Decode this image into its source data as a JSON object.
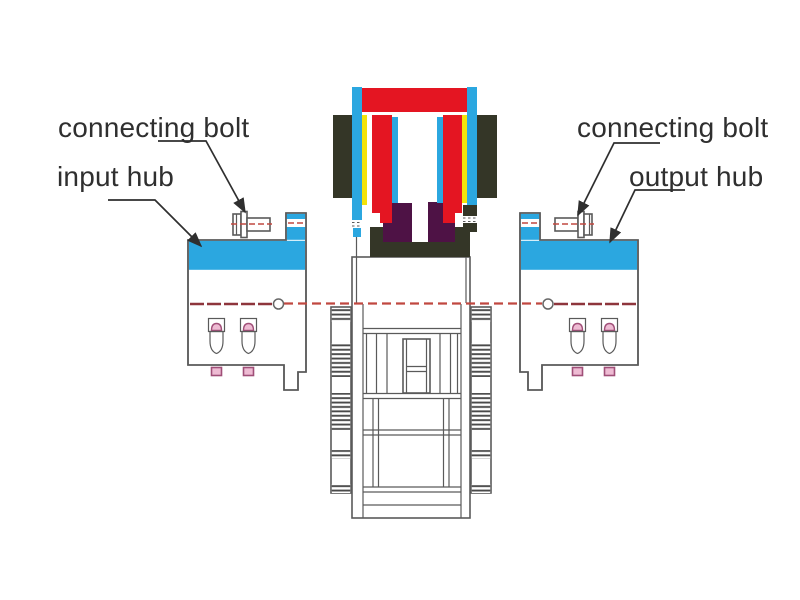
{
  "labels": {
    "connecting_bolt_left": "connecting bolt",
    "input_hub": "input hub",
    "connecting_bolt_right": "connecting bolt",
    "output_hub": "output hub"
  },
  "colors": {
    "bg": "#ffffff",
    "text": "#2f2f2f",
    "blue": "#2ba7e0",
    "red": "#e41522",
    "yellow": "#f2e30a",
    "dark_olive": "#343627",
    "purple": "#4e1245",
    "maroon_line": "#8e353c",
    "dashed_red": "#c04840",
    "outline": "#5a5a5a",
    "pink_fill": "#eebbd3",
    "pink_border": "#a04f78"
  }
}
